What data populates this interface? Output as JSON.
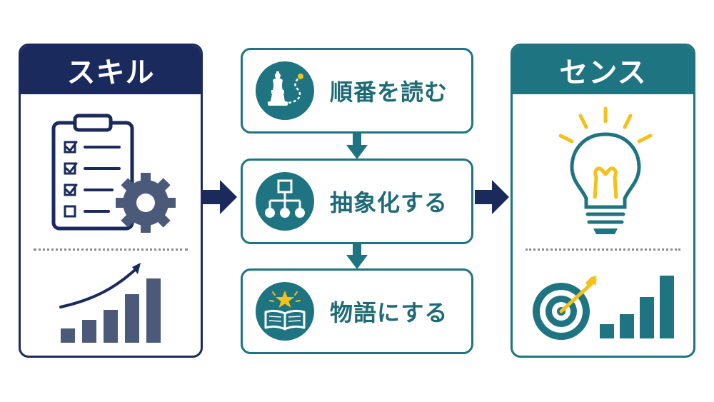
{
  "skill_panel": {
    "title": "スキル"
  },
  "sense_panel": {
    "title": "センス"
  },
  "steps": [
    {
      "label": "順番を読む",
      "icon": "chess-knight-path-icon"
    },
    {
      "label": "抽象化する",
      "icon": "hierarchy-icon"
    },
    {
      "label": "物語にする",
      "icon": "book-star-icon"
    }
  ],
  "colors": {
    "navy": "#1b2a5c",
    "teal": "#1e7480",
    "slate": "#4a5a78",
    "yellow": "#f2c21b",
    "gray": "#8a8a8a"
  }
}
